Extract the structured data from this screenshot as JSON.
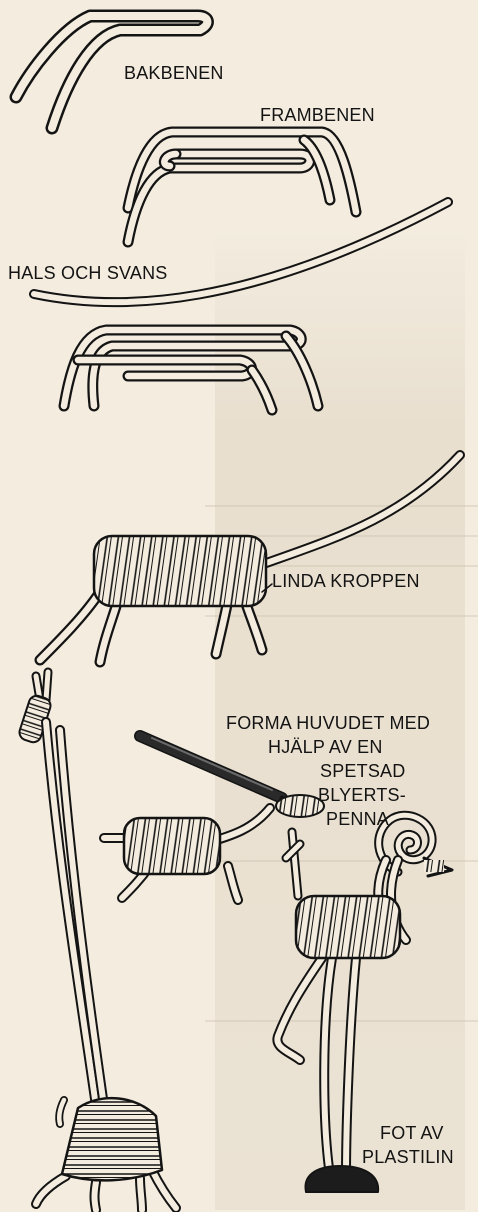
{
  "labels": {
    "bakbenen": "BAKBENEN",
    "frambenen": "FRAMBENEN",
    "hals_och_svans": "HALS OCH SVANS",
    "linda_kroppen": "LINDA KROPPEN",
    "forma_line1": "FORMA HUVUDET MED",
    "forma_line2": "HJÄLP AV EN",
    "forma_line3": "SPETSAD",
    "forma_line4": "BLYERTS-",
    "forma_line5": "PENNA",
    "fot_line1": "FOT AV",
    "fot_line2": "PLASTILIN"
  },
  "colors": {
    "paper": "#f3ecdf",
    "ink": "#141414",
    "pencil": "#2a2a2a",
    "plasticine": "#1c1c1c"
  }
}
